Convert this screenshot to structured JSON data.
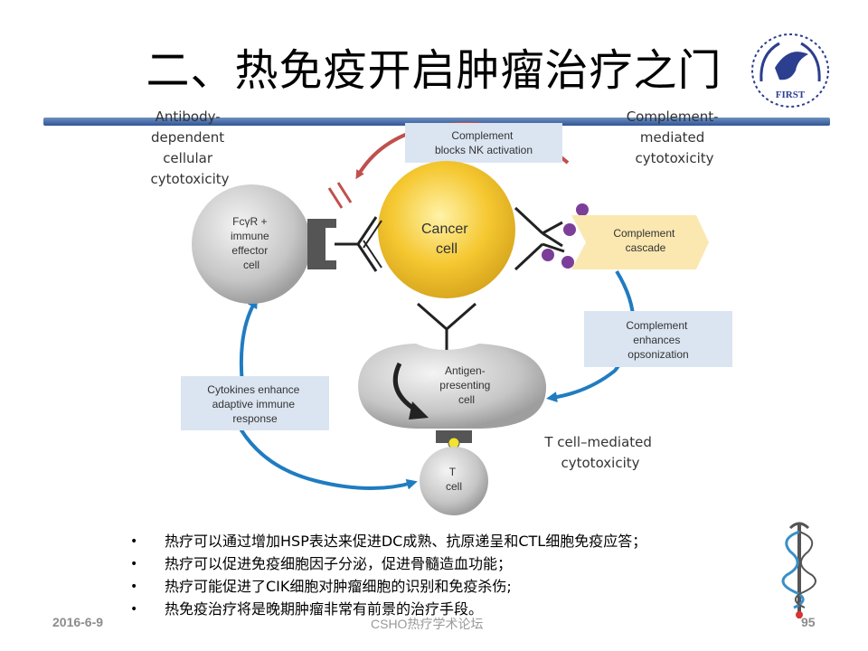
{
  "slide": {
    "title": "二、热免疫开启肿瘤治疗之门",
    "logo_text": "FIRST",
    "date": "2016-6-9",
    "footer_center": "CSHO热疗学术论坛",
    "page_number": "95"
  },
  "diagram": {
    "corner_labels": {
      "adcc": [
        "Antibody-",
        "dependent",
        "cellular",
        "cytotoxicity"
      ],
      "cdc": [
        "Complement-",
        "mediated",
        "cytotoxicity"
      ],
      "tcell": [
        "T cell–mediated",
        "cytotoxicity"
      ]
    },
    "boxes": {
      "blocks_nk": [
        "Complement",
        "blocks NK activation"
      ],
      "cascade": [
        "Complement",
        "cascade"
      ],
      "opsonization": [
        "Complement",
        "enhances",
        "opsonization"
      ],
      "cytokines": [
        "Cytokines enhance",
        "adaptive immune",
        "response"
      ]
    },
    "cells": {
      "effector": [
        "FcγR +",
        "immune",
        "effector",
        "cell"
      ],
      "cancer": [
        "Cancer",
        "cell"
      ],
      "apc": [
        "Antigen-",
        "presenting",
        "cell"
      ],
      "tcell": [
        "T",
        "cell"
      ]
    },
    "colors": {
      "red_arrow": "#c0504d",
      "blue_arrow": "#1f7cc1",
      "box_fill": "#dbe5f1",
      "cancer_fill": "#f2c12e",
      "grey_cell": "#bdbdbd",
      "purple_star": "#7b3f99"
    }
  },
  "bullets": [
    "热疗可以通过增加HSP表达来促进DC成熟、抗原递呈和CTL细胞免疫应答；",
    "热疗可以促进免疫细胞因子分泌，促进骨髓造血功能；",
    "热疗可能促进了CIK细胞对肿瘤细胞的识别和免疫杀伤;",
    "热免疫治疗将是晚期肿瘤非常有前景的治疗手段。"
  ]
}
